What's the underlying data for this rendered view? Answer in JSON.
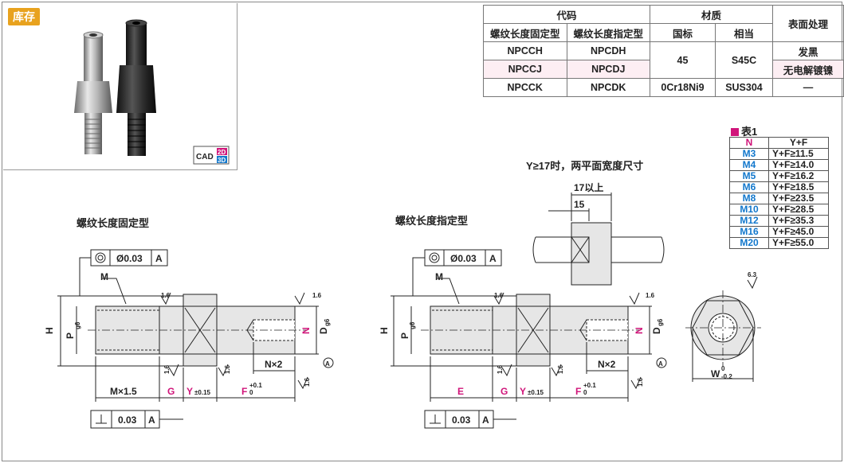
{
  "stock_badge": "库存",
  "cad_badge": {
    "text": "CAD",
    "d2": "2D",
    "d3": "3D"
  },
  "spec_table": {
    "code_header": "代码",
    "material_header": "材质",
    "surface_header": "表面处理",
    "fixed_type": "螺纹长度固定型",
    "specified_type": "螺纹长度指定型",
    "national_std": "国标",
    "equivalent": "相当",
    "rows": [
      {
        "fixed": "NPCCH",
        "specified": "NPCDH"
      },
      {
        "fixed": "NPCCJ",
        "specified": "NPCDJ"
      },
      {
        "fixed": "NPCCK",
        "specified": "NPCDK"
      }
    ],
    "mat_45": "45",
    "mat_s45c": "S45C",
    "mat_0cr": "0Cr18Ni9",
    "mat_sus": "SUS304",
    "surf_black": "发黑",
    "surf_nickel": "无电解镀镍",
    "surf_none": "—"
  },
  "table1": {
    "title": "表1",
    "head_n": "N",
    "head_v": "Y+F",
    "rows": [
      {
        "n": "M3",
        "v": "Y+F≥11.5"
      },
      {
        "n": "M4",
        "v": "Y+F≥14.0"
      },
      {
        "n": "M5",
        "v": "Y+F≥16.2"
      },
      {
        "n": "M6",
        "v": "Y+F≥18.5"
      },
      {
        "n": "M8",
        "v": "Y+F≥23.5"
      },
      {
        "n": "M10",
        "v": "Y+F≥28.5"
      },
      {
        "n": "M12",
        "v": "Y+F≥35.3"
      },
      {
        "n": "M16",
        "v": "Y+F≥45.0"
      },
      {
        "n": "M20",
        "v": "Y+F≥55.0"
      }
    ]
  },
  "labels": {
    "fixed_title": "螺纹长度固定型",
    "specified_title": "螺纹长度指定型",
    "flat_note": "Y≥17时，两平面宽度尺寸",
    "dim_17": "17以上",
    "dim_15": "15",
    "concentric": "Ø0.03",
    "datum_a": "A",
    "perp_tol": "0.03",
    "m": "M",
    "h": "H",
    "p": "P",
    "g6": "g6",
    "d": "D",
    "n": "N",
    "nx2": "N×2",
    "mx15": "M×1.5",
    "e": "E",
    "g": "G",
    "y": "Y",
    "y_tol": "±0.15",
    "f": "F",
    "f_tol_up": "+0.1",
    "f_tol_low": "0",
    "w": "W",
    "w_tol_up": "0",
    "w_tol_low": "-0.2",
    "rough16": "1.6",
    "rough63": "6.3"
  }
}
